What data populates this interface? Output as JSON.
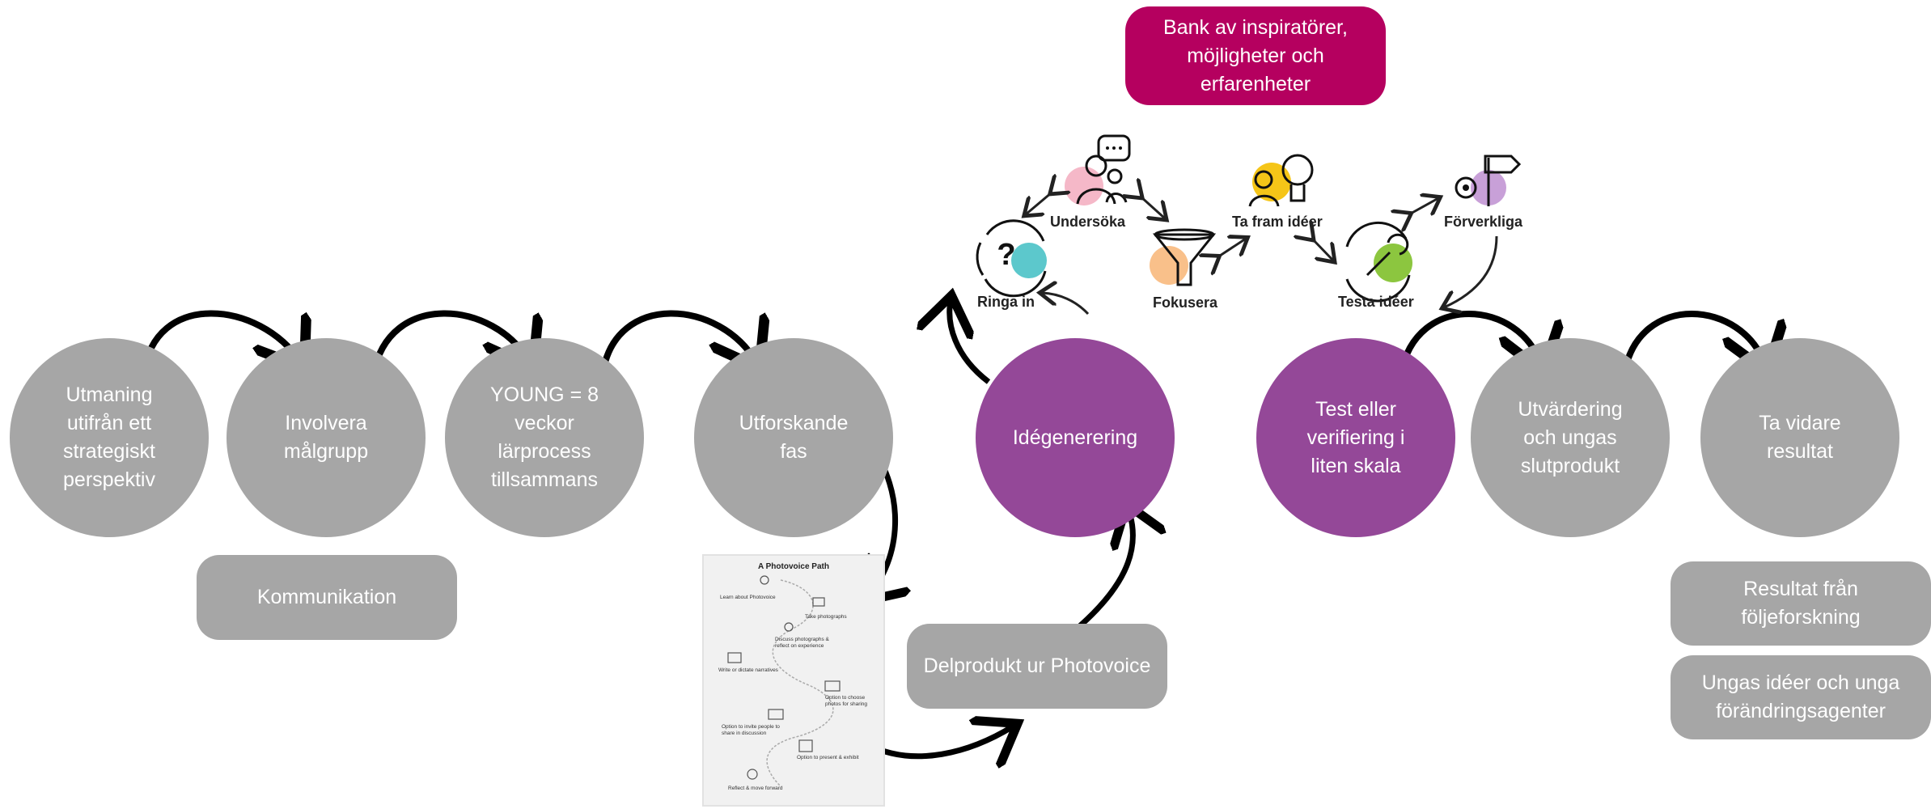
{
  "flow_nodes": [
    {
      "id": "utmaning",
      "text": "Utmaning\nutifrån ett\nstrategiskt\nperspektiv"
    },
    {
      "id": "involvera",
      "text": "Involvera\nmålgrupp"
    },
    {
      "id": "young",
      "text": "YOUNG = 8\nveckor\nlärprocess\ntillsammans"
    },
    {
      "id": "utforskande",
      "text": "Utforskande\nfas"
    },
    {
      "id": "idegenerering",
      "text": "Idégenerering"
    },
    {
      "id": "test",
      "text": "Test eller\nverifiering i\nliten skala"
    },
    {
      "id": "utvardering",
      "text": "Utvärdering\noch ungas\nslutprodukt"
    },
    {
      "id": "ta-vidare",
      "text": "Ta vidare\nresultat"
    }
  ],
  "boxes": {
    "kommunikation": "Kommunikation",
    "delprodukt": "Delprodukt ur Photovoice",
    "bank": "Bank av inspiratörer,\nmöjligheter och\nerfarenheter",
    "resultat": "Resultat från\nföljeforskning",
    "ungas_ideer": "Ungas idéer och unga\nförändringsagenter"
  },
  "process_cycle": {
    "steps": [
      "Ringa in",
      "Undersöka",
      "Fokusera",
      "Ta fram idéer",
      "Testa idéer",
      "Förverkliga"
    ],
    "colors": {
      "ringa_in": "#5cc8cc",
      "undersoka": "#f5b8c8",
      "fokusera": "#f9c08a",
      "ta_fram": "#f5c518",
      "testa": "#8cc63f",
      "forverkliga": "#c8a0d8"
    }
  },
  "photovoice": {
    "title": "A Photovoice Path",
    "steps": [
      "Learn about Photovoice",
      "Take photographs",
      "Discuss photographs &\nreflect on experience",
      "Write or dictate narratives",
      "Option to choose\nphotos for sharing",
      "Option to invite people to\nshare in discussion",
      "Option to present & exhibit",
      "Reflect & move forward"
    ]
  },
  "colors": {
    "grey": "#a6a6a6",
    "purple": "#944898",
    "magenta": "#b5005f",
    "arrow": "#000000"
  }
}
